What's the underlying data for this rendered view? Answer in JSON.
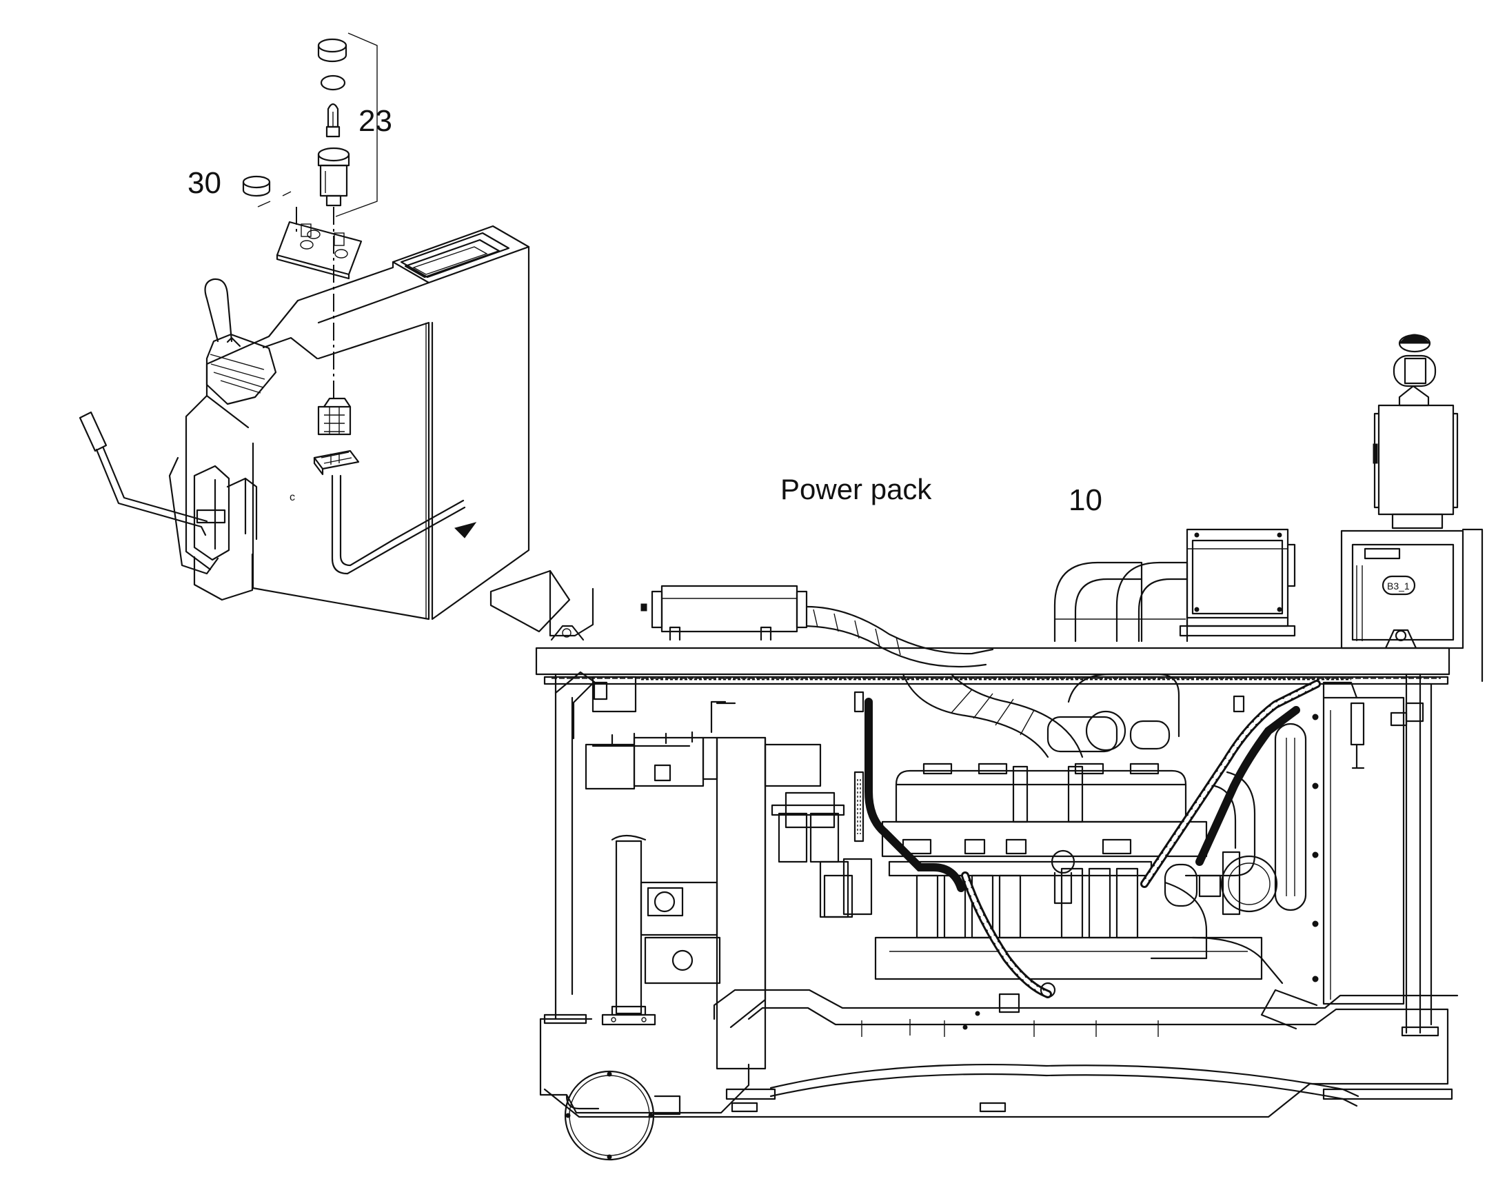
{
  "callouts": {
    "item_23": "23",
    "item_30": "30",
    "item_10": "10"
  },
  "labels": {
    "power_pack": "Power pack",
    "b3_tag": "B3_1"
  }
}
